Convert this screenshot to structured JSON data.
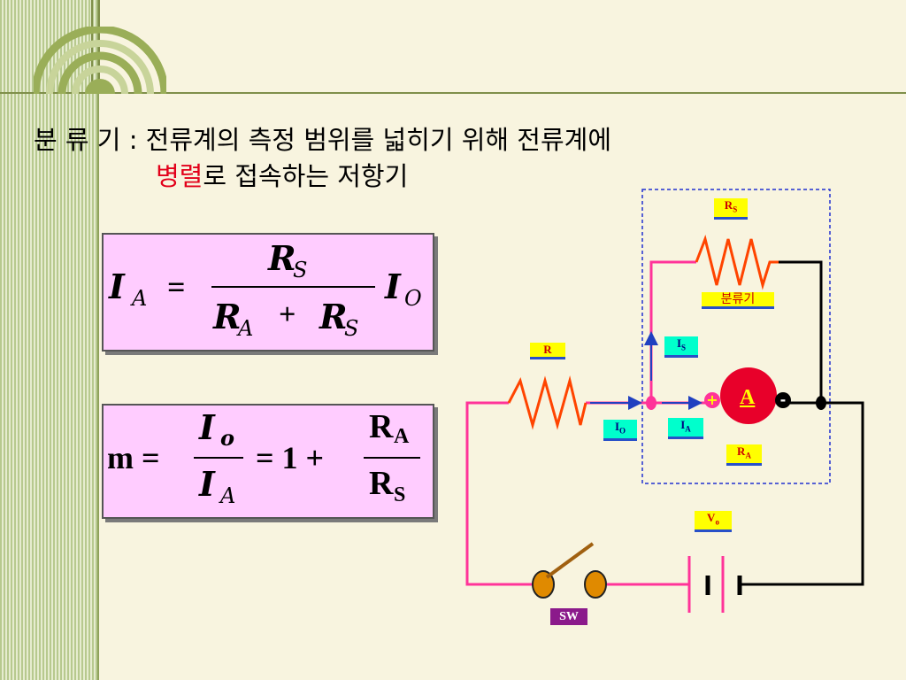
{
  "title": {
    "line1": "분 류 기 : 전류계의  측정 범위를   넓히기  위해  전류계에",
    "line2_red": "병렬",
    "line2_rest": "로 접속하는  저항기"
  },
  "formula1": {
    "lhs_symbol": "I",
    "lhs_sub": "A",
    "equals": "=",
    "num_symbol": "R",
    "num_sub": "S",
    "den_a_symbol": "R",
    "den_a_sub": "A",
    "plus": "+",
    "den_b_symbol": "R",
    "den_b_sub": "S",
    "rhs_symbol": "I",
    "rhs_sub": "O"
  },
  "formula2": {
    "lhs": "m =",
    "frac1_num_symbol": "I",
    "frac1_num_sub": "o",
    "frac1_den_symbol": "I",
    "frac1_den_sub": "A",
    "middle": "= 1 +",
    "frac2_num_symbol": "R",
    "frac2_num_sub": "A",
    "frac2_den_symbol": "R",
    "frac2_den_sub": "S"
  },
  "circuit": {
    "labels": {
      "rs": {
        "main": "R",
        "sub": "S"
      },
      "shunt": {
        "main": "분류기"
      },
      "is": {
        "main": "I",
        "sub": "S"
      },
      "r": {
        "main": "R"
      },
      "io": {
        "main": "I",
        "sub": "O"
      },
      "ia": {
        "main": "I",
        "sub": "A"
      },
      "ra": {
        "main": "R",
        "sub": "A"
      },
      "vo": {
        "main": "V",
        "sub": "o"
      },
      "sw": {
        "main": "SW"
      }
    },
    "ammeter": "A",
    "plus_terminal": "+",
    "minus_terminal": "-"
  },
  "colors": {
    "wire_pink": "#ff3399",
    "wire_black": "#000000",
    "resistor": "#ff4400",
    "arrow": "#2040c0",
    "ammeter": "#e8002a",
    "label_yellow": "#ffff00",
    "label_cyan": "#00ffcc",
    "formula_bg": "#ffccff"
  }
}
